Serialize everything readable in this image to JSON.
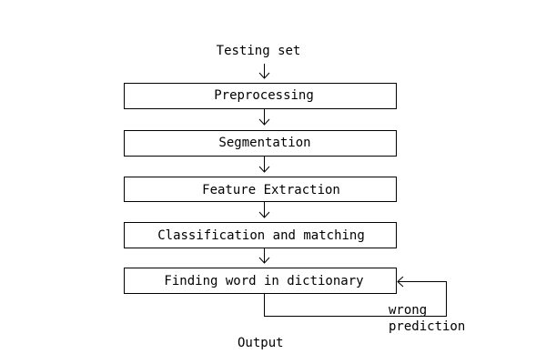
{
  "diagram": {
    "input_label": "Testing set",
    "steps": [
      "Preprocessing",
      "Segmentation",
      "Feature Extraction",
      "Classification and matching",
      "Finding word in dictionary"
    ],
    "feedback_label_line1": "wrong",
    "feedback_label_line2": "prediction",
    "output_label": "Output",
    "line_color": "#000000",
    "box_fill": "#ffffff"
  }
}
